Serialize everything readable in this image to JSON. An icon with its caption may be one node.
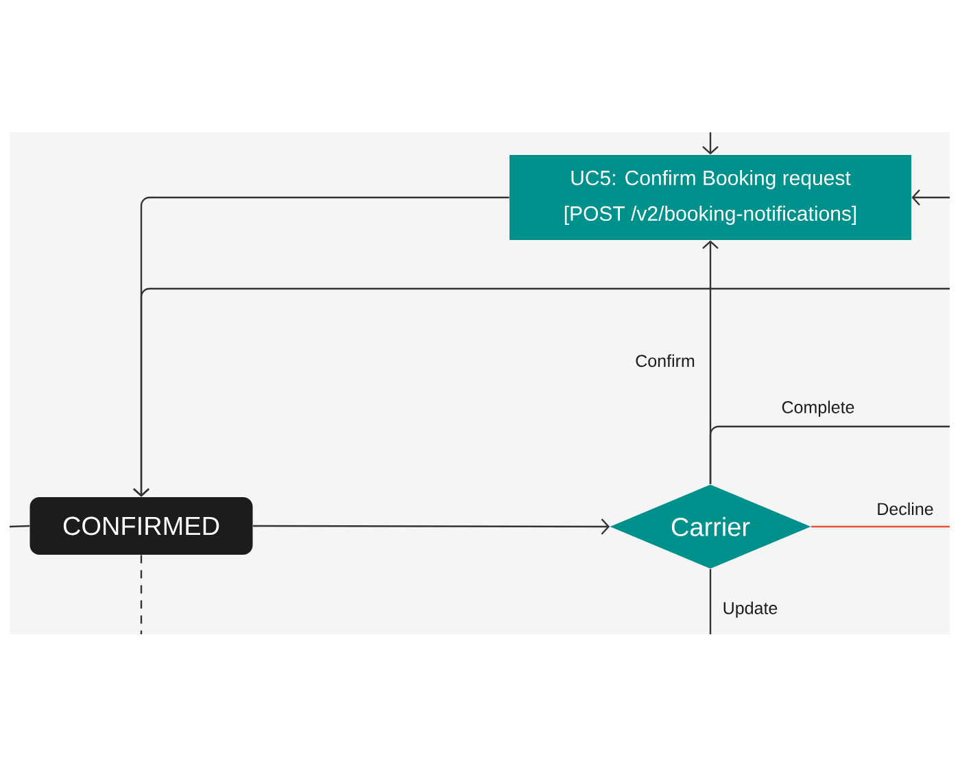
{
  "diagram": {
    "nodes": [
      {
        "text": [
          "UC5: Confirm Booking request",
          "[POST /v2/booking-notifications]"
        ]
      },
      {
        "text": [
          "CONFIRMED"
        ]
      },
      {
        "text": [
          "Carrier"
        ]
      }
    ],
    "edges": [
      {
        "from": null,
        "to": 0,
        "arrow": "to"
      },
      {
        "from": null,
        "to": 0,
        "arrow": "to"
      },
      {
        "from": 0,
        "to": 1,
        "arrow": "to"
      },
      {
        "from": null,
        "to": 1,
        "arrow": "to"
      },
      {
        "from": 1,
        "to": 2,
        "arrow": "to"
      },
      {
        "from": 2,
        "to": 0,
        "arrow": "to",
        "label": "Confirm"
      },
      {
        "from": 2,
        "to": null,
        "arrow": "none",
        "label": "Complete"
      },
      {
        "from": 2,
        "to": null,
        "arrow": "none",
        "label": "Decline",
        "color": "#e8553a"
      },
      {
        "from": 2,
        "to": null,
        "arrow": "none",
        "label": "Update"
      },
      {
        "from": null,
        "to": 1,
        "arrow": "none"
      },
      {
        "from": 1,
        "to": null,
        "arrow": "none",
        "style": "dashed"
      }
    ]
  }
}
